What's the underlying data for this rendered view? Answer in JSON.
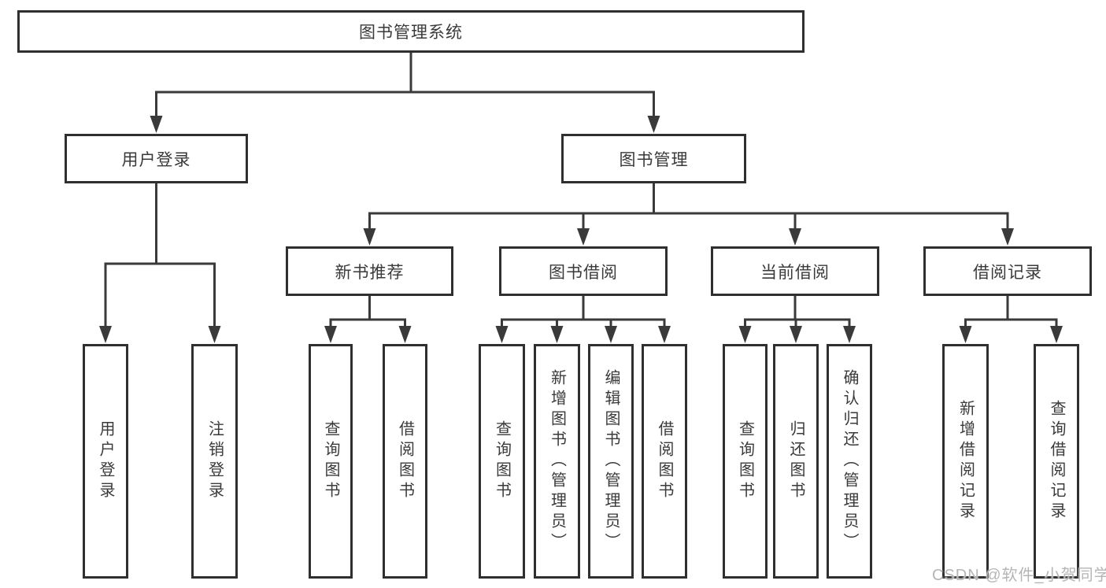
{
  "hierarchy": {
    "label": "图书管理系统",
    "children": [
      {
        "label": "用户登录",
        "children": [
          {
            "label": "用户登录"
          },
          {
            "label": "注销登录"
          }
        ]
      },
      {
        "label": "图书管理",
        "children": [
          {
            "label": "新书推荐",
            "children": [
              {
                "label": "查询图书"
              },
              {
                "label": "借阅图书"
              }
            ]
          },
          {
            "label": "图书借阅",
            "children": [
              {
                "label": "查询图书"
              },
              {
                "label": "新增图书（管理员）"
              },
              {
                "label": "编辑图书（管理员）"
              },
              {
                "label": "借阅图书"
              }
            ]
          },
          {
            "label": "当前借阅",
            "children": [
              {
                "label": "查询图书"
              },
              {
                "label": "归还图书"
              },
              {
                "label": "确认归还（管理员）"
              }
            ]
          },
          {
            "label": "借阅记录",
            "children": [
              {
                "label": "新增借阅记录"
              },
              {
                "label": "查询借阅记录"
              }
            ]
          }
        ]
      }
    ]
  },
  "watermark": {
    "text": "CSDN @软件_小贺同学"
  },
  "colors": {
    "background": "#ffffff",
    "box_background": "#ffffff",
    "border": "#2f2f2f",
    "line": "#3a3a3a",
    "text": "#3a3a3a",
    "watermark": "#b5b5b5"
  }
}
